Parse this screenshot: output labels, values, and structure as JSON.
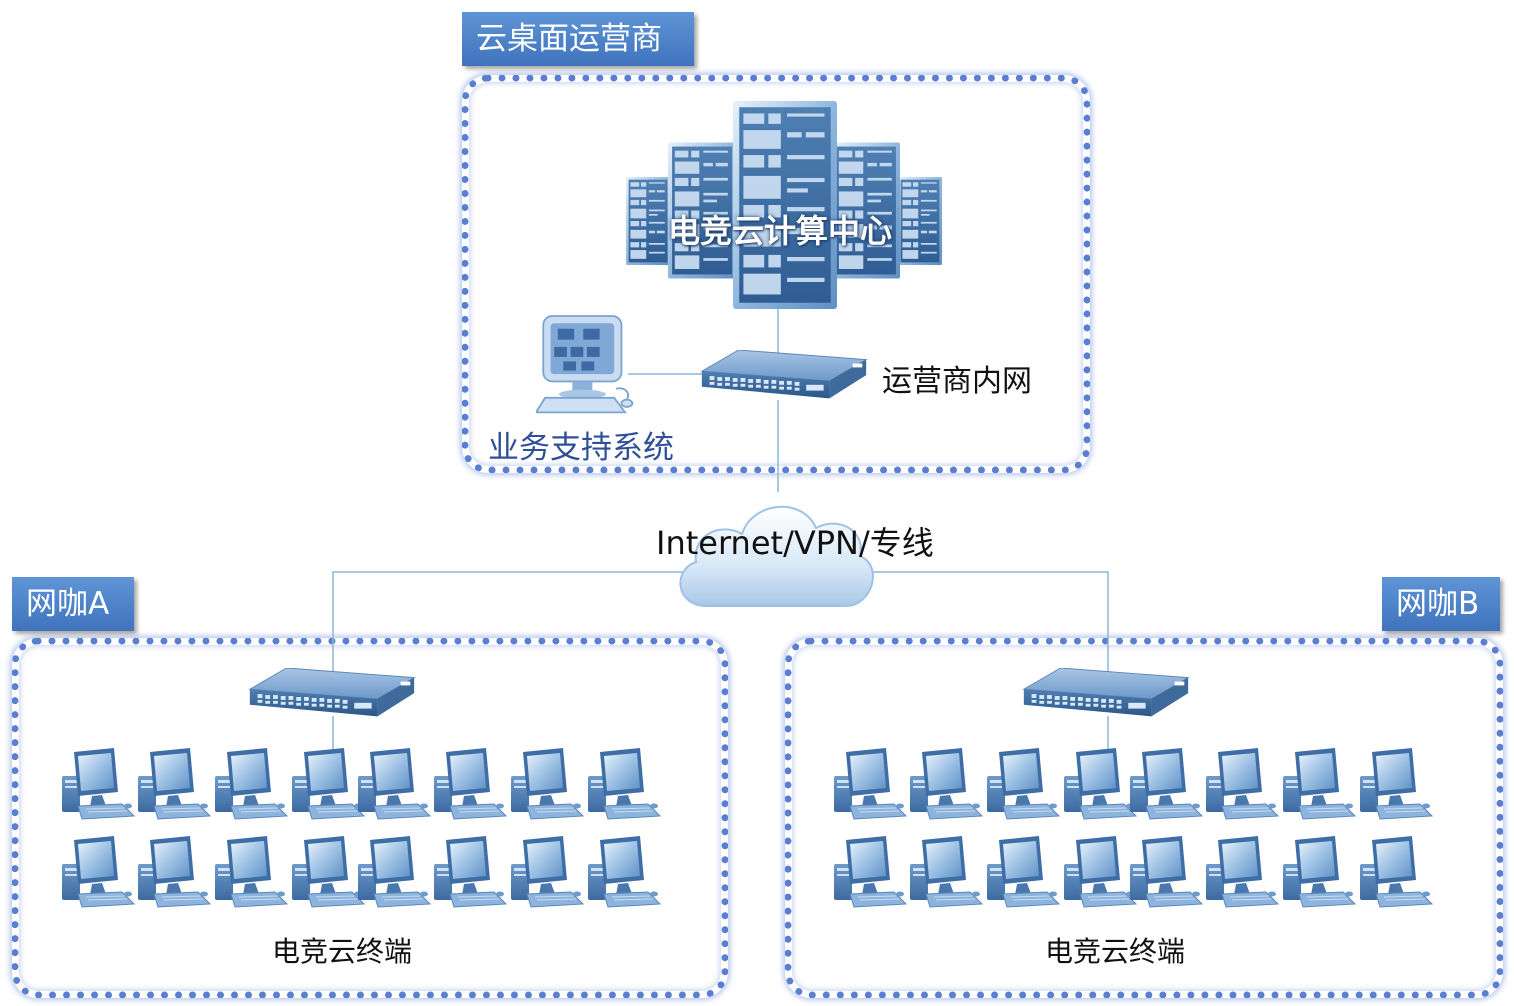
{
  "operator": {
    "title": "云桌面运营商",
    "datacenter_label": "电竞云计算中心",
    "intranet_label": "运营商内网",
    "bss_label": "业务支持系统"
  },
  "network": {
    "label": "Internet/VPN/专线"
  },
  "cafe_a": {
    "title": "网咖A",
    "terminals_label": "电竞云终端"
  },
  "cafe_b": {
    "title": "网咖B",
    "terminals_label": "电竞云终端"
  },
  "colors": {
    "zone_border": "#5b7fd0",
    "tag_fill": "#4f84c9",
    "bss_text": "#2f4f9a",
    "line": "#8fb6d8"
  }
}
